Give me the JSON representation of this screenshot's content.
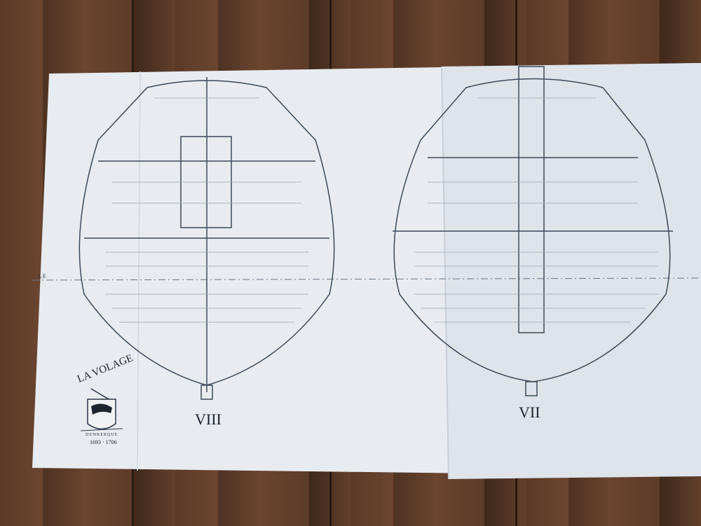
{
  "plan": {
    "section_left": "VIII",
    "section_right": "VII",
    "waterline_label": "L.F."
  },
  "logo": {
    "title": "LA VOLAGE",
    "banner": "DUNKERQUE",
    "years": "1693 · 1706"
  },
  "colors": {
    "paper": "#e9edf1",
    "ink": "#3a4656",
    "wood": "#5c3b29"
  }
}
